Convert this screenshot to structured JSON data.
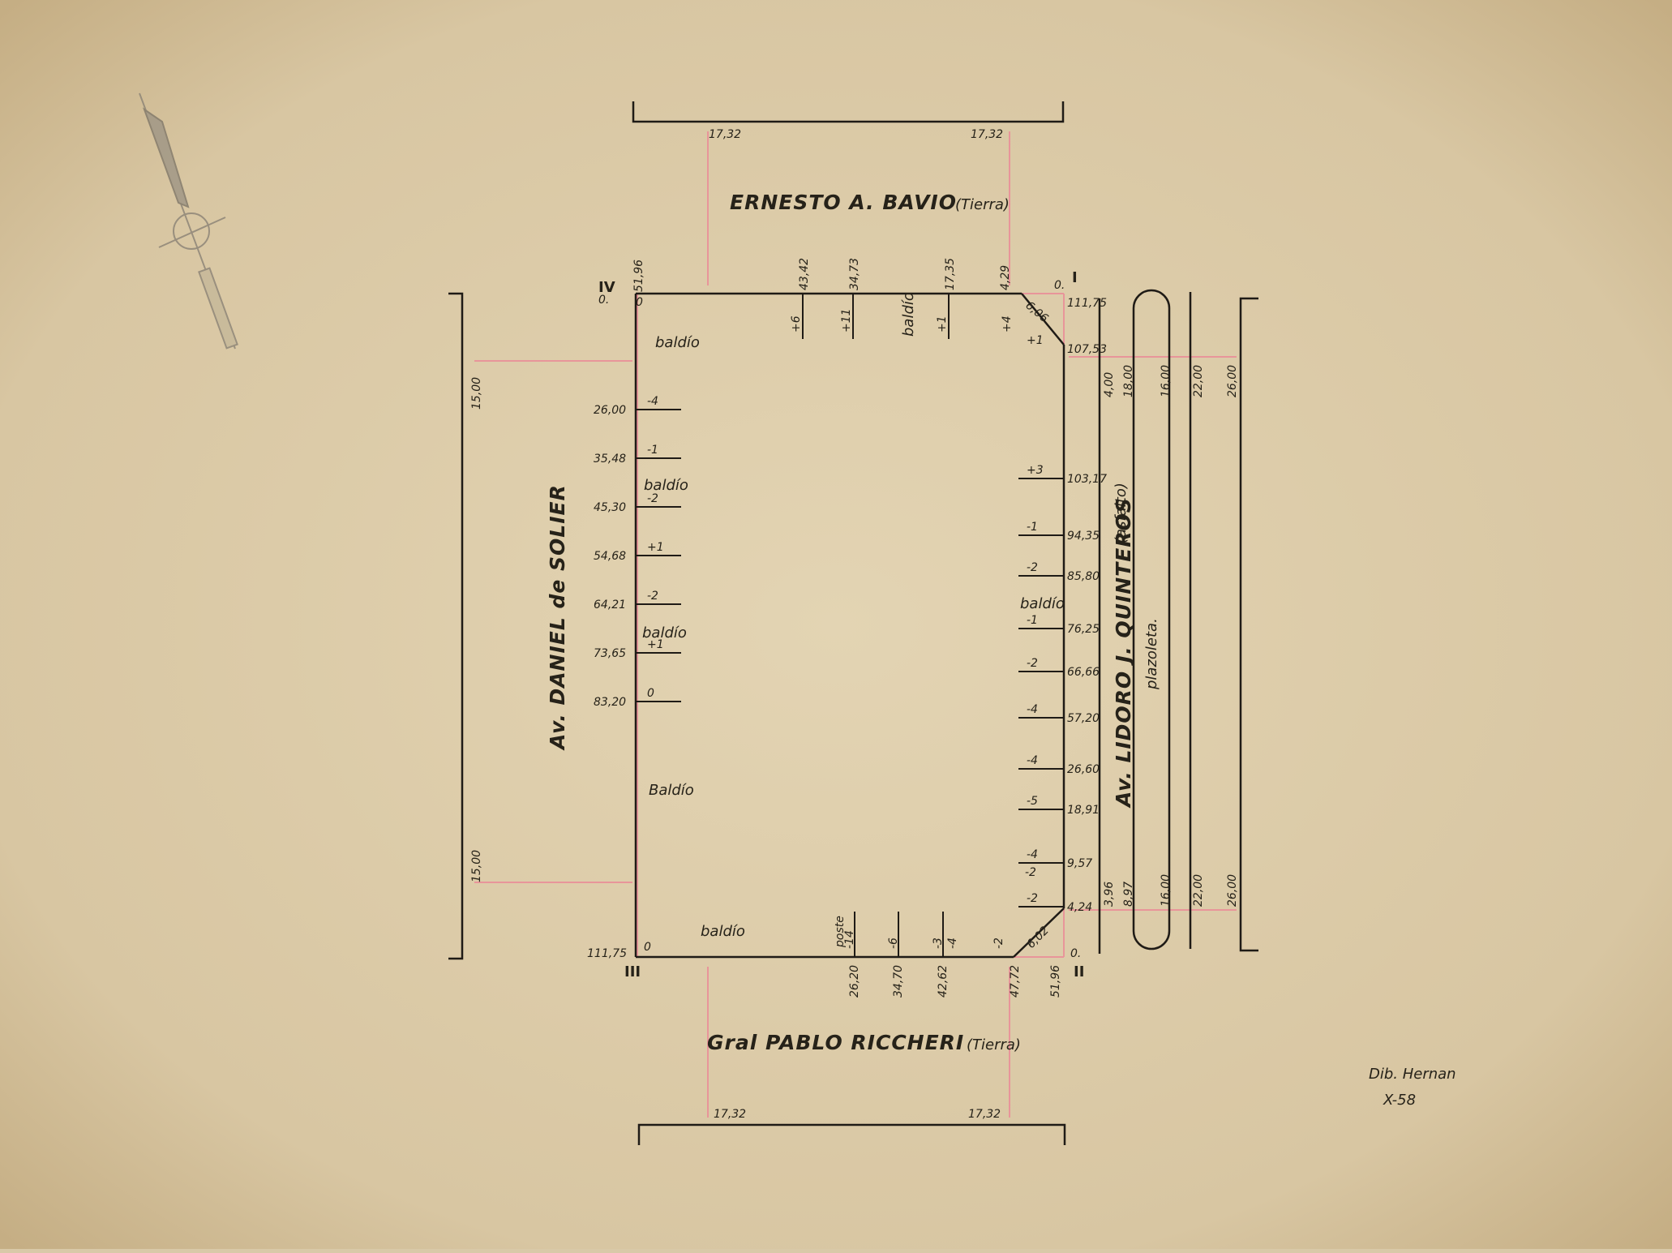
{
  "colors": {
    "paper": "#ddcca9",
    "ink": "#1f1b16",
    "red": "#e8959a"
  },
  "streets": {
    "top": "ERNESTO A. BAVIO",
    "top_surface": "(Tierra)",
    "bottom": "Gral PABLO RICCHERI",
    "bottom_surface": "(Tierra)",
    "left": "Av. DANIEL de SOLIER",
    "right": "Av. LIDORO J. QUINTEROS",
    "right_surface": "(asfalto)",
    "right_sub": "plazoleta."
  },
  "corners": {
    "I": "I",
    "II": "II",
    "III": "III",
    "IV": "IV"
  },
  "corner_marks": {
    "zero": "0.",
    "o": "0"
  },
  "corner_values": {
    "iv_top": "51,96",
    "i_side": "111,75",
    "iii_side": "111,75",
    "ii_bottom": "51,96",
    "top_right": "4,29",
    "chamfer_top": "6,06",
    "chamfer_bottom": "6,02",
    "bottom_right": "47,72"
  },
  "street_widths": {
    "top_left": "17,32",
    "top_right": "17,32",
    "bottom_left": "17,32",
    "bottom_right": "17,32",
    "left_top": "15,00",
    "left_bottom": "15,00"
  },
  "top_marks": [
    {
      "dist": "43,42",
      "delta": "+6"
    },
    {
      "dist": "34,73",
      "delta": "+11"
    },
    {
      "dist": "17,35",
      "delta": "+1"
    },
    {
      "dist": "4,29",
      "delta": "+4"
    }
  ],
  "top_baldio": "baldío",
  "left_marks": [
    {
      "dist": "26,00",
      "delta": "-4"
    },
    {
      "dist": "35,48",
      "delta": "-1"
    },
    {
      "dist": "45,30",
      "delta": "-2"
    },
    {
      "dist": "54,68",
      "delta": "+1"
    },
    {
      "dist": "64,21",
      "delta": "-2"
    },
    {
      "dist": "73,65",
      "delta": "+1"
    },
    {
      "dist": "83,20",
      "delta": "0"
    }
  ],
  "left_baldios": [
    "baldío",
    "baldío",
    "baldío",
    "Baldío"
  ],
  "right_marks": [
    {
      "dist": "107,53",
      "delta": "+1"
    },
    {
      "dist": "103,17",
      "delta": "+3"
    },
    {
      "dist": "94,35",
      "delta": "-1"
    },
    {
      "dist": "85,80",
      "delta": "-2"
    },
    {
      "dist": "76,25",
      "delta": "-1"
    },
    {
      "dist": "66,66",
      "delta": "-2"
    },
    {
      "dist": "57,20",
      "delta": "-4"
    },
    {
      "dist": "26,60",
      "delta": "-4"
    },
    {
      "dist": "18,91",
      "delta": "-5"
    },
    {
      "dist": "9,57",
      "delta": "-4"
    },
    {
      "dist": "4,24",
      "delta": "-2"
    }
  ],
  "right_extra_delta": "-2",
  "right_baldio": "baldío",
  "right_widths_top": [
    "4,00",
    "18,00",
    "16,00",
    "22,00",
    "26,00"
  ],
  "right_widths_bottom": [
    "3,96",
    "8,97",
    "16,00",
    "22,00",
    "26,00"
  ],
  "bottom_marks": [
    {
      "dist": "26,20",
      "delta": "-14",
      "note": "poste"
    },
    {
      "dist": "34,70",
      "delta": "-6"
    },
    {
      "dist": "42,62",
      "delta": "-3",
      "delta2": "-4"
    },
    {
      "dist": "47,72",
      "delta": "-2"
    }
  ],
  "bottom_baldio": "baldío",
  "signature": {
    "line1": "Dib. Hernan",
    "line2": "X-58"
  }
}
